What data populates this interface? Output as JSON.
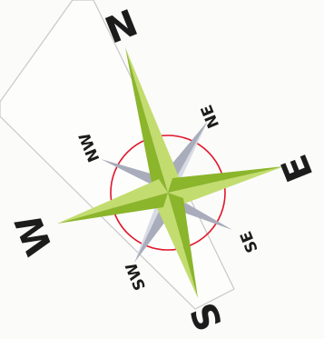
{
  "compass": {
    "cardinals": {
      "north": "N",
      "east": "E",
      "south": "S",
      "west": "W"
    },
    "intercardinals": {
      "northeast": "NE",
      "southeast": "SE",
      "southwest": "SW",
      "northwest": "NW"
    },
    "colors": {
      "primary_light": "#c3dc6f",
      "primary_dark": "#8bb52b",
      "secondary_light": "#d8dbe4",
      "secondary_dark": "#a8acbb",
      "circle": "#e0162b",
      "frame": "#c8c8c8"
    }
  }
}
